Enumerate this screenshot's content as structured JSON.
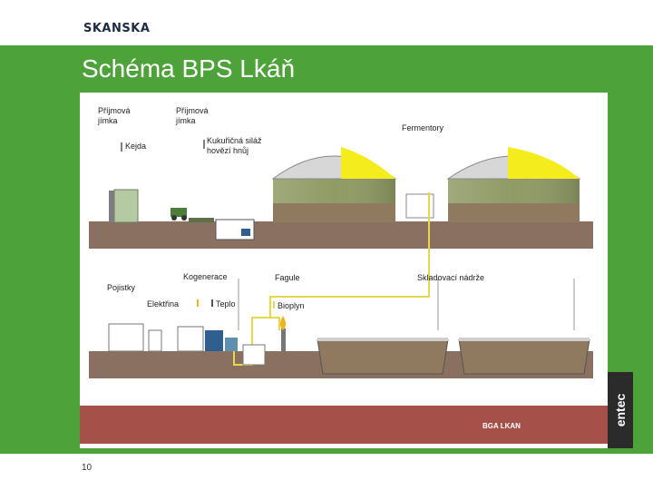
{
  "header": {
    "brand": "SKANSKA",
    "title": "Schéma BPS Lkáň"
  },
  "footer": {
    "page_number": "10"
  },
  "diagram": {
    "labels": {
      "receiving_pit_1": [
        "Příjmová",
        "jímka"
      ],
      "receiving_pit_2": [
        "Příjmová",
        "jímka"
      ],
      "fermenters": "Fermentory",
      "slurry": "Kejda",
      "feed": [
        "Kukuřičná siláž",
        "hovězí hnůj"
      ],
      "cogeneration": "Kogenerace",
      "flare": "Fagule",
      "storage_tanks": "Skladovací nádrže",
      "fuses": "Pojistky",
      "electricity": "Elektřina",
      "heat": "Teplo",
      "biogas": "Bioplyn",
      "banner": "BGA LKAN",
      "side_logo": "entec"
    },
    "colors": {
      "green": "#4ea23a",
      "soil": "#8a7060",
      "banner": "#a5514a",
      "dome_yellow": "#f4ec1c",
      "pipe": "#e6d84a"
    }
  }
}
